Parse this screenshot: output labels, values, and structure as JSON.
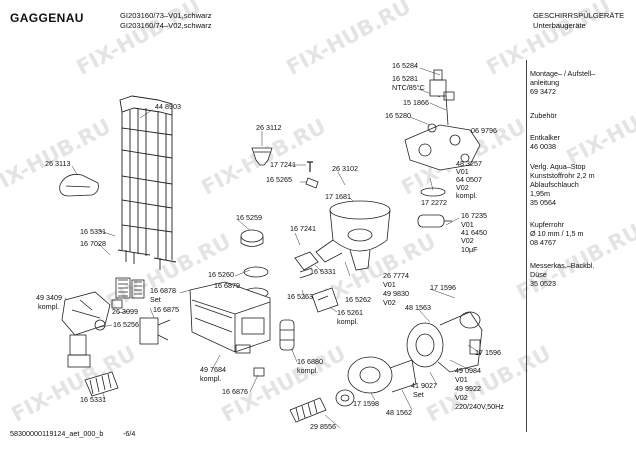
{
  "header": {
    "brand": "GAGGENAU",
    "model_line1": "GI203160/73–V01,schwarz",
    "model_line2": "GI203160/74–V02,schwarz",
    "category_line1": "GESCHIRRSPÜLGERÄTE",
    "category_line2": "Unterbaugeräte"
  },
  "watermark": "FIX-HUB.RU",
  "sidebar": [
    "Montage– / Aufstell–",
    "anleitung",
    "69 3472",
    "Zubehör",
    "Entkalker",
    "46 0038",
    "Verlg. Aqua–Stop",
    "Kunststoffrohr 2,2 m",
    "Ablaufschlauch",
    "1,95m",
    "35 0564",
    "Kupferrohr",
    "Ø 10 mm / 1,5 m",
    "08 4767",
    "Messerkas.–Backbl.",
    "Düse",
    "35 0523"
  ],
  "labels": [
    "44 8903",
    "26 3112",
    "26 3113",
    "17 7241",
    "16 5265",
    "26 3102",
    "16 5284",
    "16 5281",
    "NTC/85°C",
    "15 1866",
    "16 5280",
    "06 9796",
    "48 3257",
    "V01",
    "64 0507",
    "V02",
    "kompl.",
    "17 2272",
    "17 1681",
    "16 7235",
    "V01",
    "41 6450",
    "V02",
    "10μF",
    "16 5259",
    "16 7241",
    "16 5331",
    "16 7028",
    "16 5260",
    "16 6879",
    "16 6878",
    "Set",
    "26 7774",
    "V01",
    "49 9830",
    "V02",
    "16 5331",
    "16 5263",
    "16 5262",
    "16 5261",
    "kompl.",
    "17 1596",
    "48 1563",
    "49 3409",
    "kompl.",
    "26 3099",
    "16 6875",
    "16 5256",
    "49 7684",
    "kompl.",
    "16 6880",
    "kompl.",
    "16 6876",
    "17 1596",
    "49 0984",
    "V01",
    "49 9922",
    "V02",
    "220/240V,50Hz",
    "41 9027",
    "Set",
    "17 1598",
    "48 1562",
    "29 8556",
    "16 5331"
  ],
  "footer": "58300000119124_aet_000_b",
  "page_ref": "-6/4"
}
